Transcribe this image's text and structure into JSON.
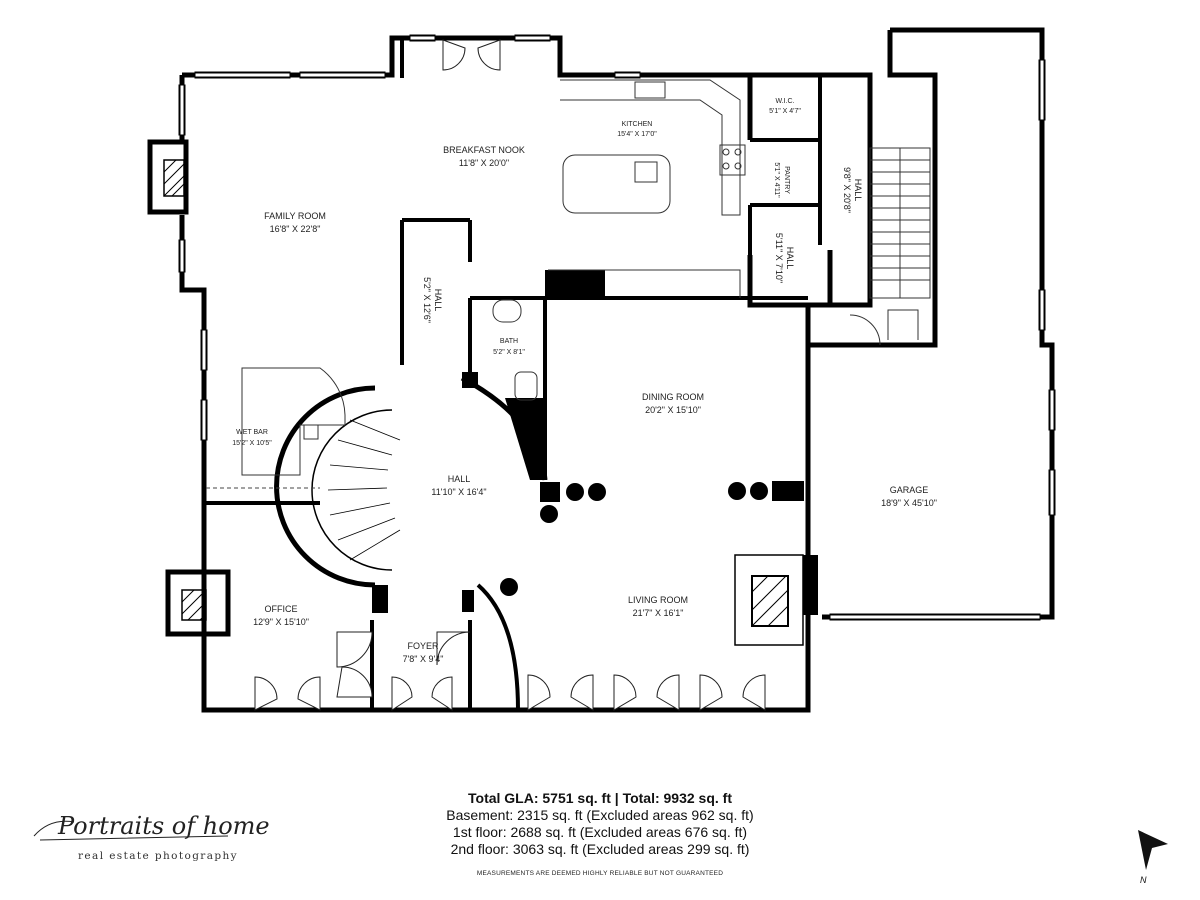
{
  "rooms": {
    "family_room": {
      "name": "FAMILY ROOM",
      "dims": "16'8\" X 22'8\""
    },
    "breakfast_nook": {
      "name": "BREAKFAST NOOK",
      "dims": "11'8\" X 20'0\""
    },
    "kitchen": {
      "name": "KITCHEN",
      "dims": "15'4\" X 17'0\""
    },
    "wic": {
      "name": "W.I.C.",
      "dims": "5'1\" X 4'7\""
    },
    "pantry": {
      "name": "PANTRY",
      "dims": "5'1\" X 4'11\""
    },
    "hall_right": {
      "name": "HALL",
      "dims": "9'8\" X 20'8\""
    },
    "hall_small": {
      "name": "HALL",
      "dims": "5'11\" X 7'10\""
    },
    "hall_north": {
      "name": "HALL",
      "dims": "5'2\" X 12'6\""
    },
    "bath": {
      "name": "BATH",
      "dims": "5'2\" X 8'1\""
    },
    "wet_bar": {
      "name": "WET BAR",
      "dims": "15'2\" X 10'5\""
    },
    "hall_center": {
      "name": "HALL",
      "dims": "11'10\" X 16'4\""
    },
    "dining_room": {
      "name": "DINING ROOM",
      "dims": "20'2\" X 15'10\""
    },
    "garage": {
      "name": "GARAGE",
      "dims": "18'9\" X 45'10\""
    },
    "office": {
      "name": "OFFICE",
      "dims": "12'9\" X 15'10\""
    },
    "foyer": {
      "name": "FOYER",
      "dims": "7'8\" X 9'4\""
    },
    "living_room": {
      "name": "LIVING ROOM",
      "dims": "21'7\" X 16'1\""
    }
  },
  "totals": {
    "headline": "Total GLA: 5751 sq. ft | Total: 9932 sq. ft",
    "basement": "Basement: 2315 sq. ft (Excluded areas 962 sq. ft)",
    "first_floor": "1st floor: 2688 sq. ft (Excluded areas 676 sq. ft)",
    "second_floor": "2nd floor: 3063 sq. ft (Excluded areas 299 sq. ft)"
  },
  "disclaimer": "MEASUREMENTS ARE DEEMED HIGHLY RELIABLE BUT NOT GUARANTEED",
  "logo": {
    "script": "Portraits of home",
    "tagline": "real estate photography"
  },
  "north_label": "N",
  "colors": {
    "wall": "#000000",
    "fixture": "#333333",
    "background": "#ffffff"
  },
  "icons": {
    "north_arrow": "north-arrow-icon",
    "fireplace": "fireplace-icon",
    "stair": "stair-icon"
  }
}
